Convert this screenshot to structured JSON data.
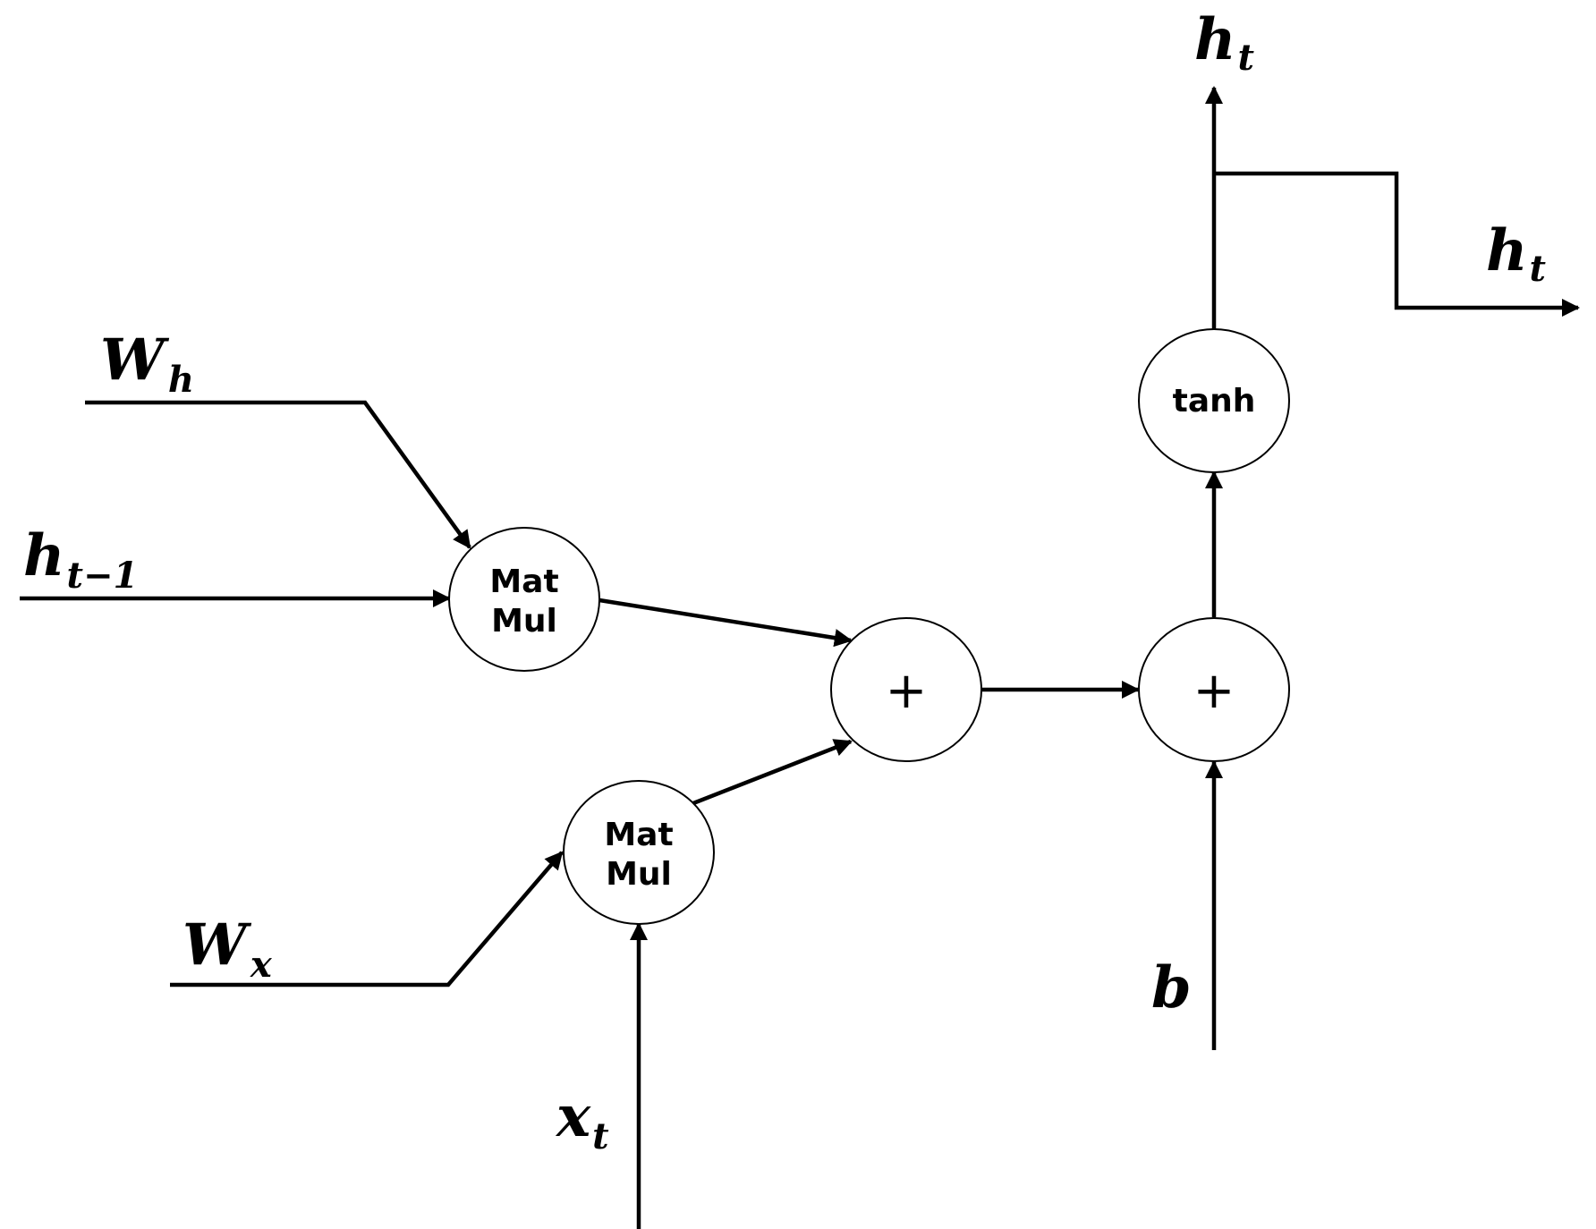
{
  "nodes": {
    "matmul_h": {
      "line1": "Mat",
      "line2": "Mul"
    },
    "matmul_x": {
      "line1": "Mat",
      "line2": "Mul"
    },
    "add_1": {
      "symbol": "+"
    },
    "add_2": {
      "symbol": "+"
    },
    "tanh": {
      "label": "tanh"
    }
  },
  "labels": {
    "W_h": {
      "base": "W",
      "sub": "h"
    },
    "h_prev": {
      "base": "h",
      "sub": "t−1"
    },
    "W_x": {
      "base": "W",
      "sub": "x"
    },
    "x_t": {
      "base": "x",
      "sub": "t"
    },
    "b": {
      "base": "b"
    },
    "h_t_top": {
      "base": "h",
      "sub": "t"
    },
    "h_t_right": {
      "base": "h",
      "sub": "t"
    }
  }
}
